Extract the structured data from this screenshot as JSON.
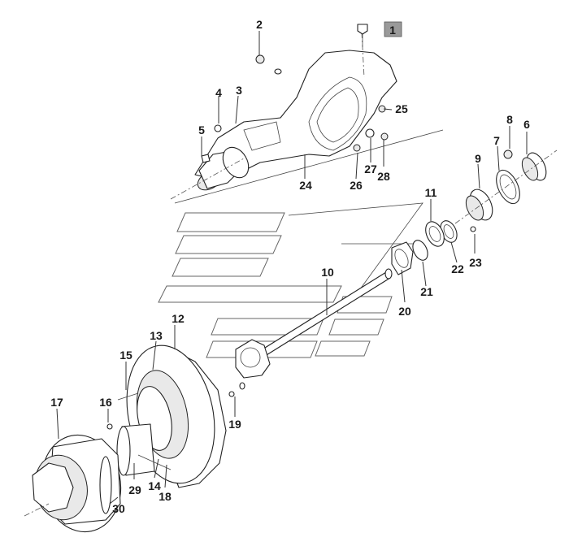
{
  "diagram": {
    "highlighted_label": "1",
    "labels": {
      "l1": "1",
      "l2": "2",
      "l3": "3",
      "l4": "4",
      "l5": "5",
      "l6": "6",
      "l7": "7",
      "l8": "8",
      "l9": "9",
      "l10": "10",
      "l11": "11",
      "l12": "12",
      "l13": "13",
      "l14": "14",
      "l15": "15",
      "l16": "16",
      "l17": "17",
      "l18": "18",
      "l19": "19",
      "l20": "20",
      "l21": "21",
      "l22": "22",
      "l23": "23",
      "l24": "24",
      "l25": "25",
      "l26": "26",
      "l27": "27",
      "l28": "28",
      "l29": "29",
      "l30": "30"
    }
  }
}
